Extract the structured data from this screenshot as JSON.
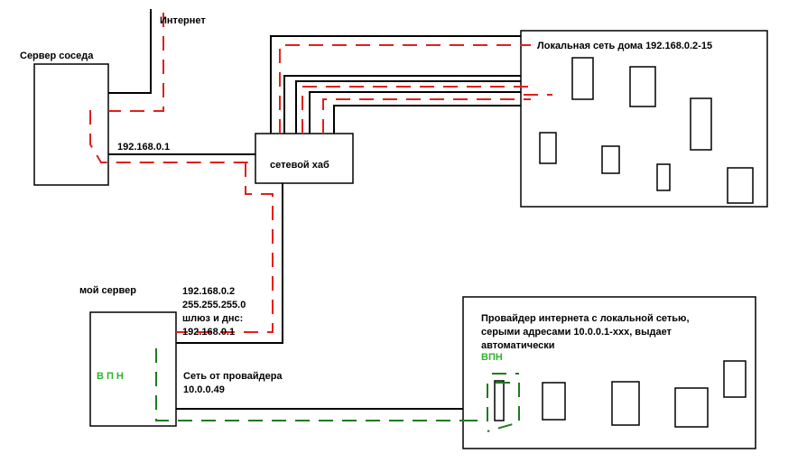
{
  "labels": {
    "internet": "Интернет",
    "neighbor_server": "Сервер соседа",
    "neighbor_ip": "192.168.0.1",
    "network_hub": "сетевой хаб",
    "home_lan": "Локальная сеть дома 192.168.0.2-15",
    "my_server": "мой сервер",
    "my_server_config": "192.168.0.2\n255.255.255.0\nшлюз и днс:\n192.168.0.1",
    "vpn_server": "ВПН",
    "provider_net": "Сеть от провайдера\n10.0.0.49",
    "provider_desc": "Провайдер интернета с локальной сетью,\nсерыми адресами 10.0.0.1-xxx, выдает\nавтоматически",
    "vpn_provider": "ВПН"
  },
  "colors": {
    "line": "#000000",
    "local_route": "#e0201c",
    "vpn_route": "#1e7b1e",
    "vpn_label": "#2db52d"
  }
}
